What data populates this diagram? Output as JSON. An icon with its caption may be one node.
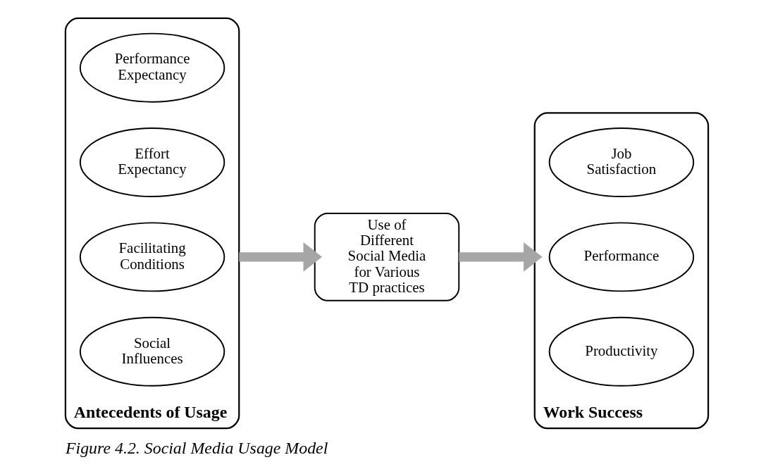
{
  "diagram": {
    "caption": "Figure 4.2. Social Media Usage Model",
    "nodes": [
      {
        "text": [
          "Antecedents of Usage"
        ]
      },
      {
        "text": [
          "Performance Expectancy"
        ],
        "in": 0
      },
      {
        "text": [
          "Effort Expectancy"
        ],
        "in": 0
      },
      {
        "text": [
          "Facilitating Conditions"
        ],
        "in": 0
      },
      {
        "text": [
          "Social Influences"
        ],
        "in": 0
      },
      {
        "text": [
          "Use of Different Social Media for Various TD practices"
        ]
      },
      {
        "text": [
          "Work Success"
        ]
      },
      {
        "text": [
          "Job Satisfaction"
        ],
        "in": 6
      },
      {
        "text": [
          "Performance"
        ],
        "in": 6
      },
      {
        "text": [
          "Productivity"
        ],
        "in": 6
      }
    ],
    "edges": [
      {
        "from": 0,
        "to": 5,
        "arrow": "to",
        "color": "#a6a6a6"
      },
      {
        "from": 5,
        "to": 6,
        "arrow": "to",
        "color": "#a6a6a6"
      }
    ]
  }
}
